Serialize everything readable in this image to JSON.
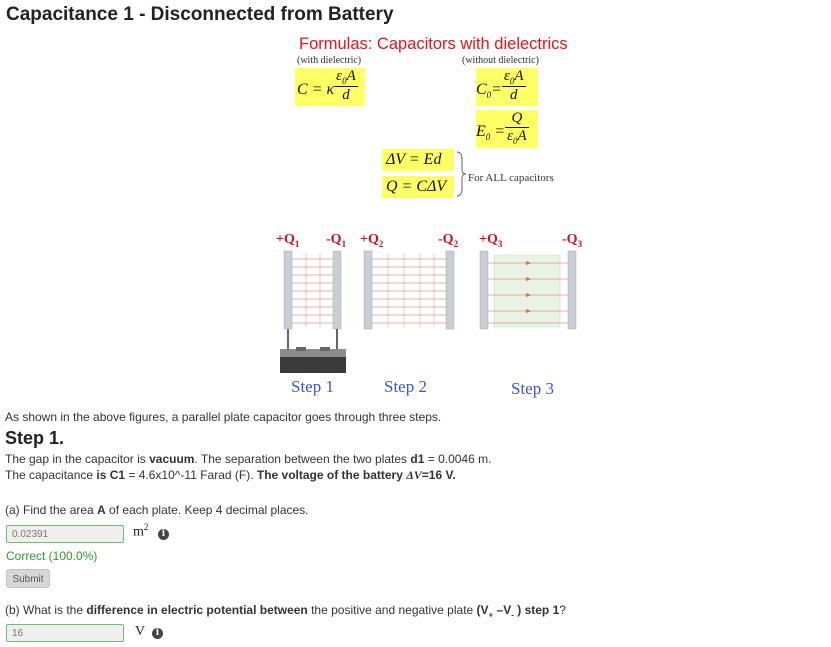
{
  "page": {
    "title": "Capacitance 1 - Disconnected from Battery"
  },
  "figure": {
    "formulas_title": "Formulas: Capacitors with dielectrics",
    "with_dielectric": "(with dielectric)",
    "without_dielectric": "(without dielectric)",
    "for_all": "For ALL capacitors",
    "charges": [
      "+Q",
      "-Q",
      "+Q",
      "-Q",
      "+Q",
      "-Q"
    ],
    "charge_subscripts": [
      "1",
      "1",
      "2",
      "2",
      "3",
      "3"
    ],
    "steps": [
      "Step 1",
      "Step 2",
      "Step 3"
    ],
    "colors": {
      "formula_title": "#e8141b",
      "charge": "#d20f22",
      "step_label": "#3a55d8",
      "formula_highlight": "#ffff66"
    }
  },
  "intro": "As shown in the above figures, a parallel plate capacitor goes through three steps.",
  "step1": {
    "heading": "Step 1.",
    "line1": {
      "a": "The gap in the capacitor is ",
      "b": "vacuum",
      "c": ". The separation between the two plates ",
      "d": "d1",
      "e": " = 0.0046 m."
    },
    "line2": {
      "a": "The capacitance ",
      "b": "is C1",
      "c": " = 4.6x10^-11 Farad (F). ",
      "d": "The voltage of the battery ",
      "e": "ΔV",
      "f": "=16 V."
    }
  },
  "question_a": {
    "prompt": {
      "a": "(a) Find the area ",
      "b": "A",
      "c": " of each plate. Keep 4 decimal places."
    },
    "answer": "0.02391",
    "unit": "m",
    "unit_exp": "2",
    "status": "Correct (100.0%)",
    "submit_label": "Submit"
  },
  "question_b": {
    "prompt": {
      "a": "(b) What is the ",
      "b": "difference in electric potential between",
      "c": " the positive and negative plate ",
      "d": "(V",
      "e": "+",
      "f": " –V",
      "g": "-",
      "h": " ) step 1",
      "i": "?"
    },
    "answer": "16",
    "unit": "V"
  }
}
